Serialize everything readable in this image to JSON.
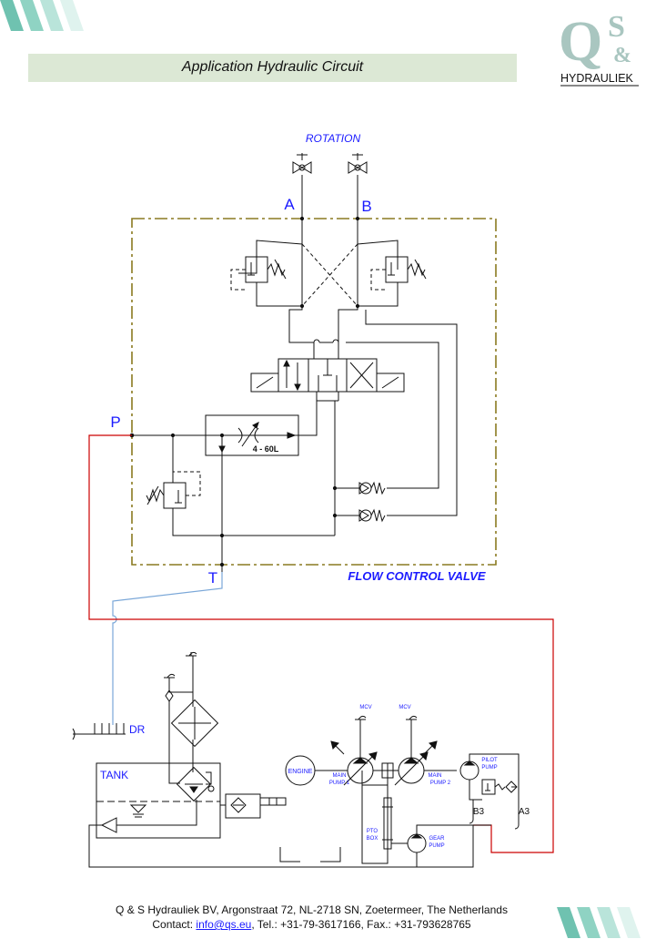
{
  "header": {
    "title": "Application Hydraulic Circuit",
    "logo": {
      "letters_big": "Q",
      "letters_small_1": "S",
      "letters_small_2": "&",
      "brand": "HYDRAULIEK"
    }
  },
  "labels": {
    "rotation": "ROTATION",
    "port_a": "A",
    "port_b": "B",
    "port_p": "P",
    "port_t": "T",
    "flow_control_valve": "FLOW CONTROL VALVE",
    "flow_rating": "4 - 60L",
    "dr": "DR",
    "tank": "TANK",
    "engine": "ENGINE",
    "main_pump_1_line1": "MAIN",
    "main_pump_1_line2": "PUMP 1",
    "main_pump_2_line1": "MAIN",
    "main_pump_2_line2": "PUMP 2",
    "pilot_pump_line1": "PILOT",
    "pilot_pump_line2": "PUMP",
    "gear_pump_line1": "GEAR",
    "gear_pump_line2": "PUMP",
    "pto_box_line1": "PTO",
    "pto_box_line2": "BOX",
    "mcv_1": "MCV",
    "mcv_2": "MCV",
    "b3": "B3",
    "a3": "A3"
  },
  "footer": {
    "line1": "Q & S Hydrauliek BV, Argonstraat 72, NL-2718 SN, Zoetermeer, The Netherlands",
    "contact_prefix": "Contact: ",
    "email": "info@qs.eu",
    "contact_rest": ", Tel.: +31-79-3617166, Fax.: +31-793628765"
  },
  "colors": {
    "blue_text": "#1a1aff",
    "pressure_line": "#cc0000",
    "tank_line": "#7aa7d8",
    "brand_teal": "#6fc2b0",
    "logo_grey": "#a9c6c0",
    "banner_bg": "#dce8d5",
    "frame": "#8a7a20"
  }
}
